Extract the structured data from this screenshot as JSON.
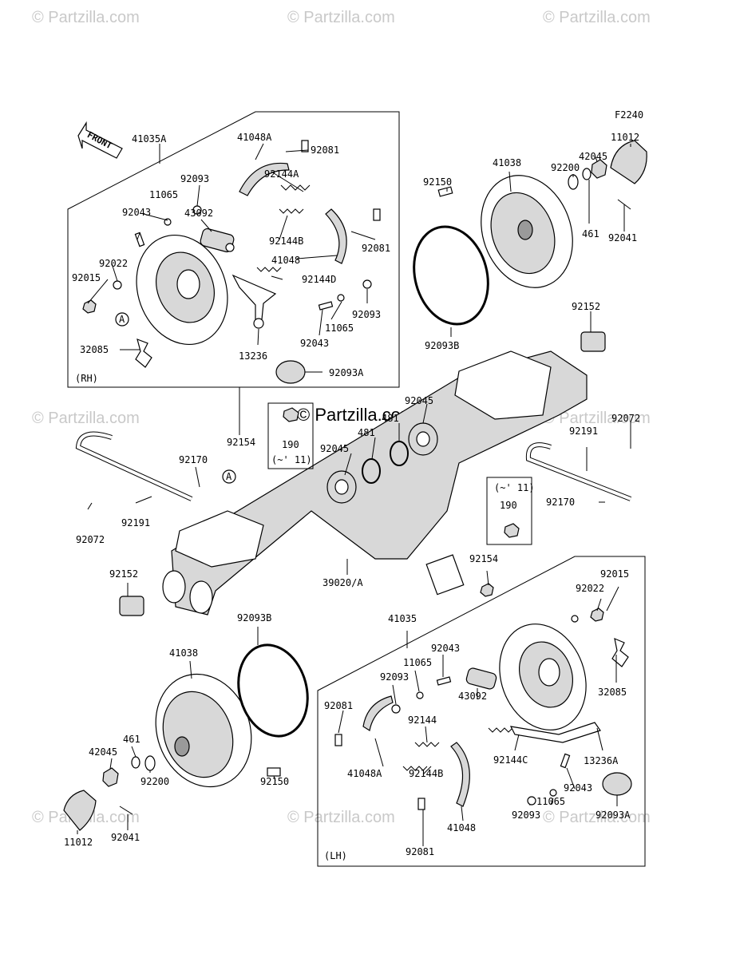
{
  "diagram_code": "F2240",
  "front_label": "FRONT",
  "watermark": "© Partzilla.com",
  "sections": {
    "rh": "(RH)",
    "lh": "(LH)"
  },
  "notes": {
    "note_190_a": "(~' 11)",
    "note_190_b": "(~' 11)"
  },
  "callout_a": "A",
  "labels": {
    "l_41035A": "41035A",
    "l_41048A_top": "41048A",
    "l_92081_top": "92081",
    "l_92093_top": "92093",
    "l_11065_top": "11065",
    "l_92144A": "92144A",
    "l_92043_top": "92043",
    "l_43092_top": "43092",
    "l_92022_top": "92022",
    "l_92015_top": "92015",
    "l_92144B_top": "92144B",
    "l_92081_top2": "92081",
    "l_41048_top": "41048",
    "l_92144D": "92144D",
    "l_92093_top2": "92093",
    "l_11065_top2": "11065",
    "l_92043_top2": "92043",
    "l_32085_top": "32085",
    "l_13236": "13236",
    "l_92093A_top": "92093A",
    "l_92150_top": "92150",
    "l_41038_top": "41038",
    "l_92200_top": "92200",
    "l_42045_top": "42045",
    "l_11012_top": "11012",
    "l_461_top": "461",
    "l_92041_top": "92041",
    "l_92093B_top": "92093B",
    "l_92152_top": "92152",
    "l_92154_top": "92154",
    "l_190_a": "190",
    "l_92045_mid": "92045",
    "l_481_mid": "481",
    "l_92045_mid2": "92045",
    "l_481_mid2": "481",
    "l_92072_right": "92072",
    "l_92191_right": "92191",
    "l_190_b": "190",
    "l_92170_right": "92170",
    "l_92170_left": "92170",
    "l_92191_left": "92191",
    "l_92072_left": "92072",
    "l_92152_left": "92152",
    "l_39020A": "39020/A",
    "l_92154_mid": "92154",
    "l_92093B_bot": "92093B",
    "l_41035": "41035",
    "l_92015_bot": "92015",
    "l_92022_bot": "92022",
    "l_41038_bot": "41038",
    "l_92043_bot": "92043",
    "l_11065_bot": "11065",
    "l_92093_bot": "92093",
    "l_32085_bot": "32085",
    "l_92081_bot": "92081",
    "l_43092_bot": "43092",
    "l_92144": "92144",
    "l_92144C": "92144C",
    "l_13236A": "13236A",
    "l_461_bot": "461",
    "l_42045_bot": "42045",
    "l_41048A_bot": "41048A",
    "l_92144B_bot": "92144B",
    "l_92043_bot2": "92043",
    "l_11065_bot2": "11065",
    "l_92200_bot": "92200",
    "l_92150_bot": "92150",
    "l_92093_bot2": "92093",
    "l_92093A_bot": "92093A",
    "l_11012_bot": "11012",
    "l_92041_bot": "92041",
    "l_92081_bot2": "92081",
    "l_41048_bot": "41048"
  }
}
